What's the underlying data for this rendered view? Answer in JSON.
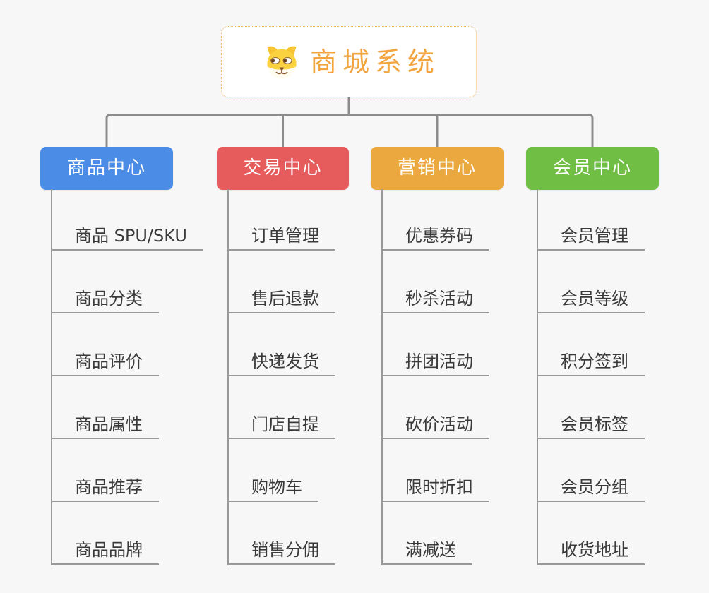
{
  "root": {
    "title": "商城系统",
    "icon": "dog-face-icon"
  },
  "branches": [
    {
      "label": "商品中心",
      "color": "#4b8de6",
      "items": [
        "商品 SPU/SKU",
        "商品分类",
        "商品评价",
        "商品属性",
        "商品推荐",
        "商品品牌"
      ]
    },
    {
      "label": "交易中心",
      "color": "#e65c5c",
      "items": [
        "订单管理",
        "售后退款",
        "快递发货",
        "门店自提",
        "购物车",
        "销售分佣"
      ]
    },
    {
      "label": "营销中心",
      "color": "#eba83e",
      "items": [
        "优惠券码",
        "秒杀活动",
        "拼团活动",
        "砍价活动",
        "限时折扣",
        "满减送"
      ]
    },
    {
      "label": "会员中心",
      "color": "#70be44",
      "items": [
        "会员管理",
        "会员等级",
        "积分签到",
        "会员标签",
        "会员分组",
        "收货地址"
      ]
    }
  ],
  "colors": {
    "root_accent": "#f2a541",
    "connector_line": "#8c8c8c",
    "sub_line": "#999999",
    "background": "#f7f7f7"
  }
}
